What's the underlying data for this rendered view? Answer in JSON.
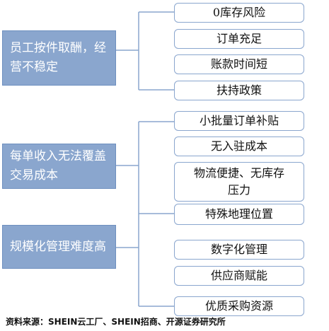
{
  "categories": [
    {
      "label": "员工按件取酬，经营不稳定",
      "items": [
        "0库存风险",
        "订单充足",
        "账款时间短",
        "扶持政策"
      ]
    },
    {
      "label": "每单收入无法覆盖交易成本",
      "items": [
        "小批量订单补贴",
        "无入驻成本",
        "物流便捷、无库存压力"
      ]
    },
    {
      "label": "规模化管理难度高",
      "items": [
        "特殊地理位置",
        "数字化管理",
        "供应商赋能",
        "优质采购资源"
      ]
    }
  ],
  "colors": {
    "box_fill": "#8aa6ce",
    "line": "#8aa6ce"
  },
  "source": "资料来源：SHEIN云工厂、SHEIN招商、开源证券研究所"
}
